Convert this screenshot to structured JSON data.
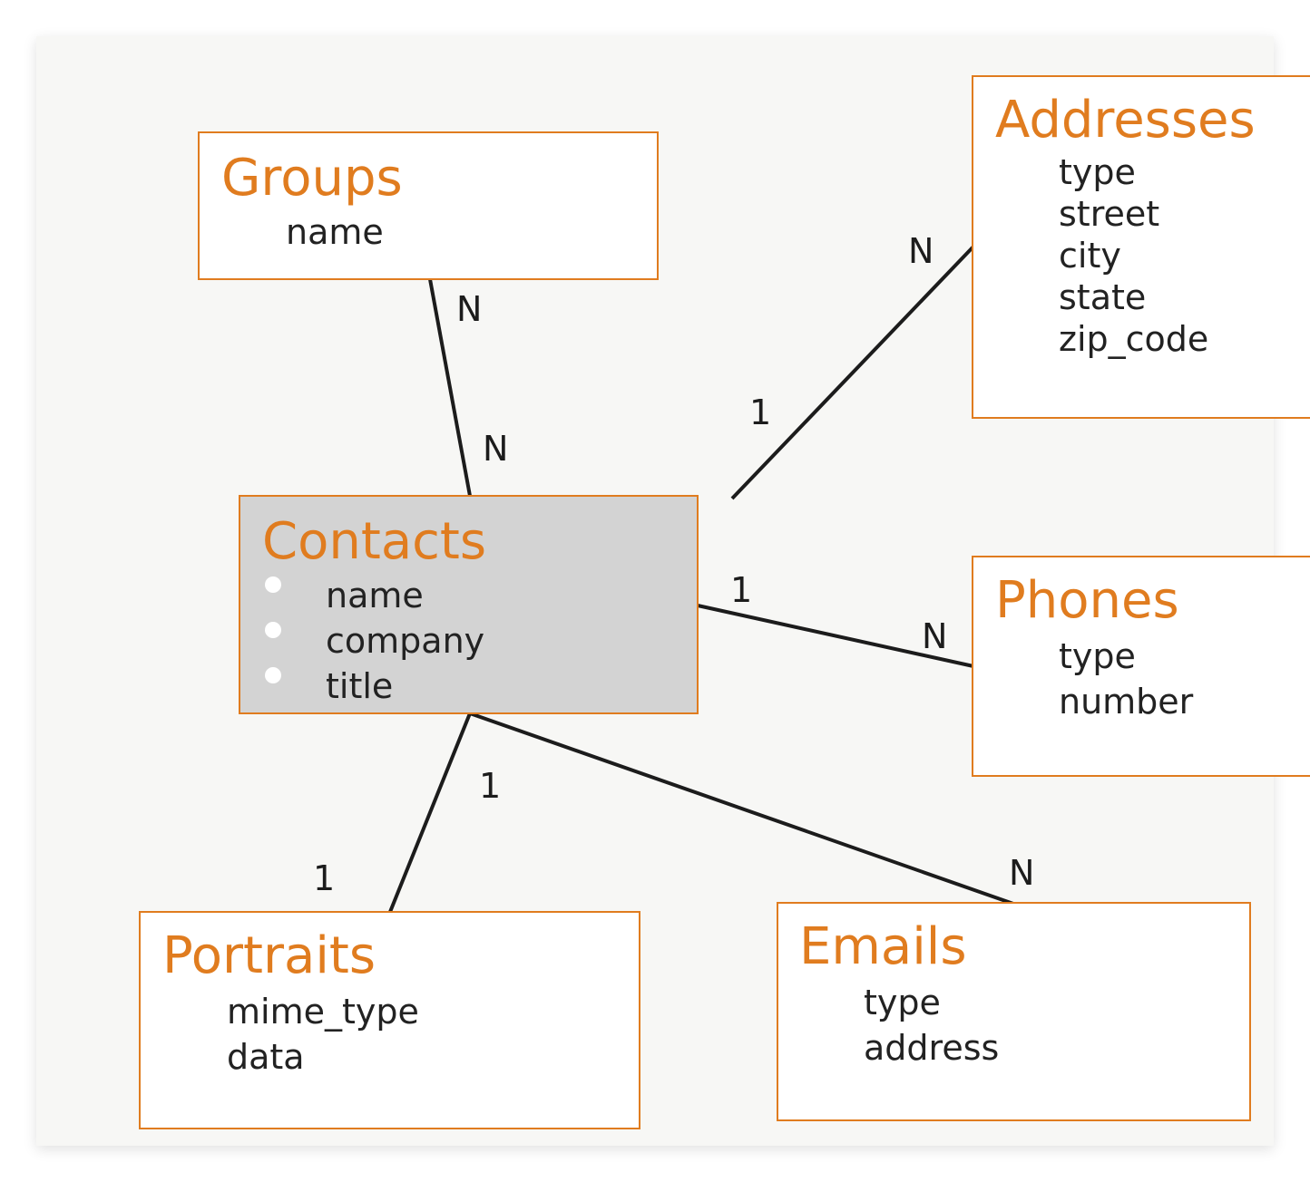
{
  "colors": {
    "accent": "#e07c1f",
    "line": "#1c1c1c",
    "highlight_fill": "#d3d3d3",
    "box_fill": "#ffffff",
    "canvas": "#f7f7f5"
  },
  "entities": {
    "groups": {
      "title": "Groups",
      "attributes": [
        "name"
      ]
    },
    "addresses": {
      "title": "Addresses",
      "attributes": [
        "type",
        "street",
        "city",
        "state",
        "zip_code"
      ]
    },
    "contacts": {
      "title": "Contacts",
      "attributes": [
        "name",
        "company",
        "title"
      ]
    },
    "phones": {
      "title": "Phones",
      "attributes": [
        "type",
        "number"
      ]
    },
    "portraits": {
      "title": "Portraits",
      "attributes": [
        "mime_type",
        "data"
      ]
    },
    "emails": {
      "title": "Emails",
      "attributes": [
        "type",
        "address"
      ]
    }
  },
  "relationships": {
    "groups_contacts": {
      "groups_end": "N",
      "contacts_end": "N"
    },
    "contacts_addresses": {
      "contacts_end": "1",
      "addresses_end": "N"
    },
    "contacts_phones": {
      "contacts_end": "1",
      "phones_end": "N"
    },
    "contacts_portraits": {
      "contacts_end": "1",
      "portraits_end": "1"
    },
    "contacts_emails": {
      "emails_end": "N"
    }
  }
}
